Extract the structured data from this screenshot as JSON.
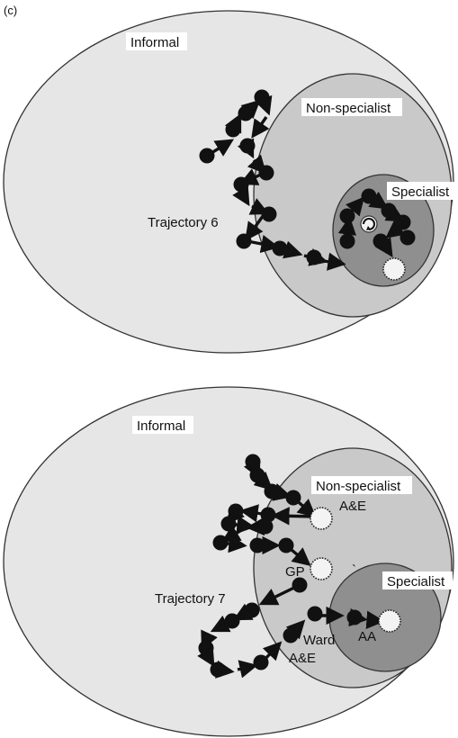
{
  "panel_tag": "(c)",
  "diagram_top": {
    "labels": {
      "informal": "Informal",
      "non_specialist": "Non-specialist",
      "specialist": "Specialist",
      "trajectory": "Trajectory 6"
    }
  },
  "diagram_bottom": {
    "labels": {
      "informal": "Informal",
      "non_specialist": "Non-specialist",
      "specialist": "Specialist",
      "trajectory": "Trajectory 7",
      "ae_top": "A&E",
      "gp": "GP",
      "ward": "Ward",
      "ae_bottom": "A&E",
      "aa": "AA",
      "tick_mark": "`"
    }
  },
  "colors": {
    "informal_fill": "#e6e6e6",
    "non_specialist_fill": "#c9c9c9",
    "specialist_fill": "#8f8f8f",
    "outline": "#333333",
    "node": "#111111",
    "halo": "#f3f3f3"
  }
}
